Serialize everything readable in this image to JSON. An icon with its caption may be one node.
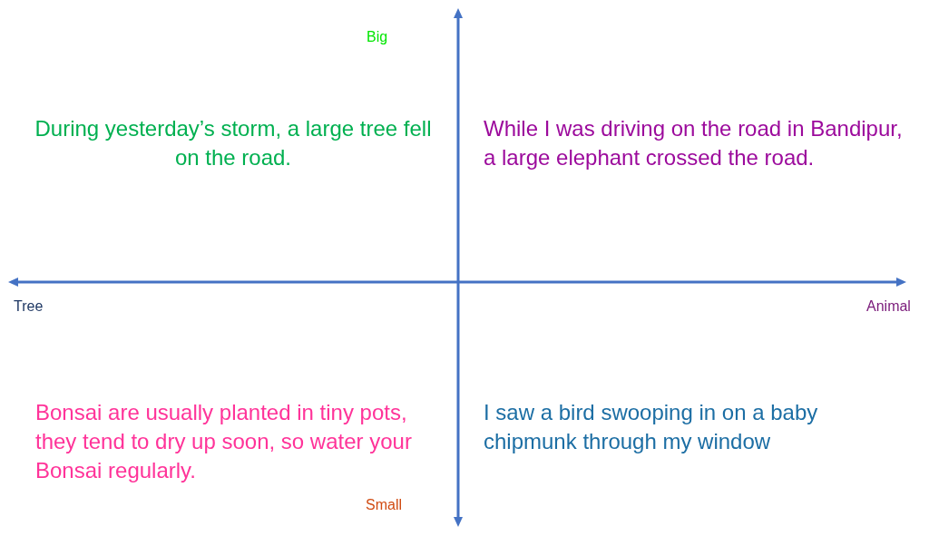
{
  "diagram": {
    "labels": [
      "Big",
      "During yesterday’s storm, a large tree fell on the road.",
      "While I was driving on the road in Bandipur, a large elephant crossed the road.",
      "Tree",
      "Animal",
      "Bonsai are usually planted in tiny pots, they tend to dry up soon, so water your Bonsai regularly.",
      "I saw a bird swooping in on a baby chipmunk through my window",
      "Small"
    ]
  }
}
